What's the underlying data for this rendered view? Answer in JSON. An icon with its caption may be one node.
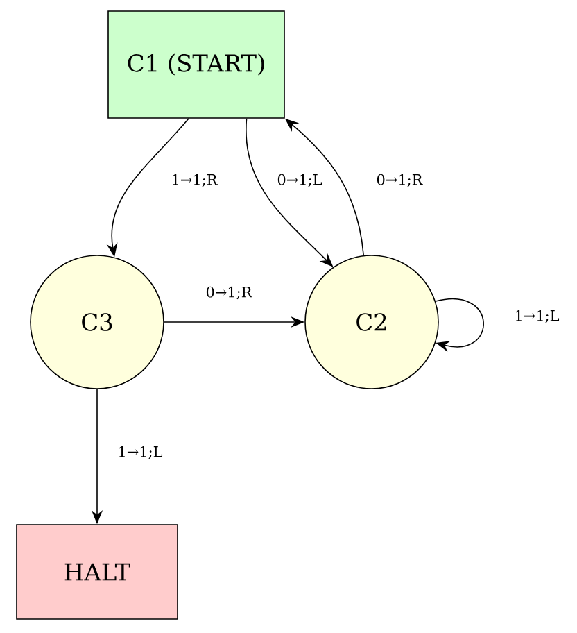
{
  "diagram": {
    "nodes": [
      {
        "text": [
          "C1 (START)"
        ]
      },
      {
        "text": [
          "C3"
        ]
      },
      {
        "text": [
          "C2"
        ]
      },
      {
        "text": [
          "HALT"
        ]
      }
    ],
    "edges": [
      {
        "from": 0,
        "to": 1,
        "arrow": "to",
        "label": "1→1;R"
      },
      {
        "from": 0,
        "to": 2,
        "arrow": "to",
        "label": "0→1;L"
      },
      {
        "from": 2,
        "to": 0,
        "arrow": "to",
        "label": "0→1;R"
      },
      {
        "from": 1,
        "to": 2,
        "arrow": "to",
        "label": "0→1;R"
      },
      {
        "from": 2,
        "to": 2,
        "arrow": "to",
        "label": "1→1;L"
      },
      {
        "from": 1,
        "to": 3,
        "arrow": "to",
        "label": "1→1;L"
      }
    ]
  }
}
